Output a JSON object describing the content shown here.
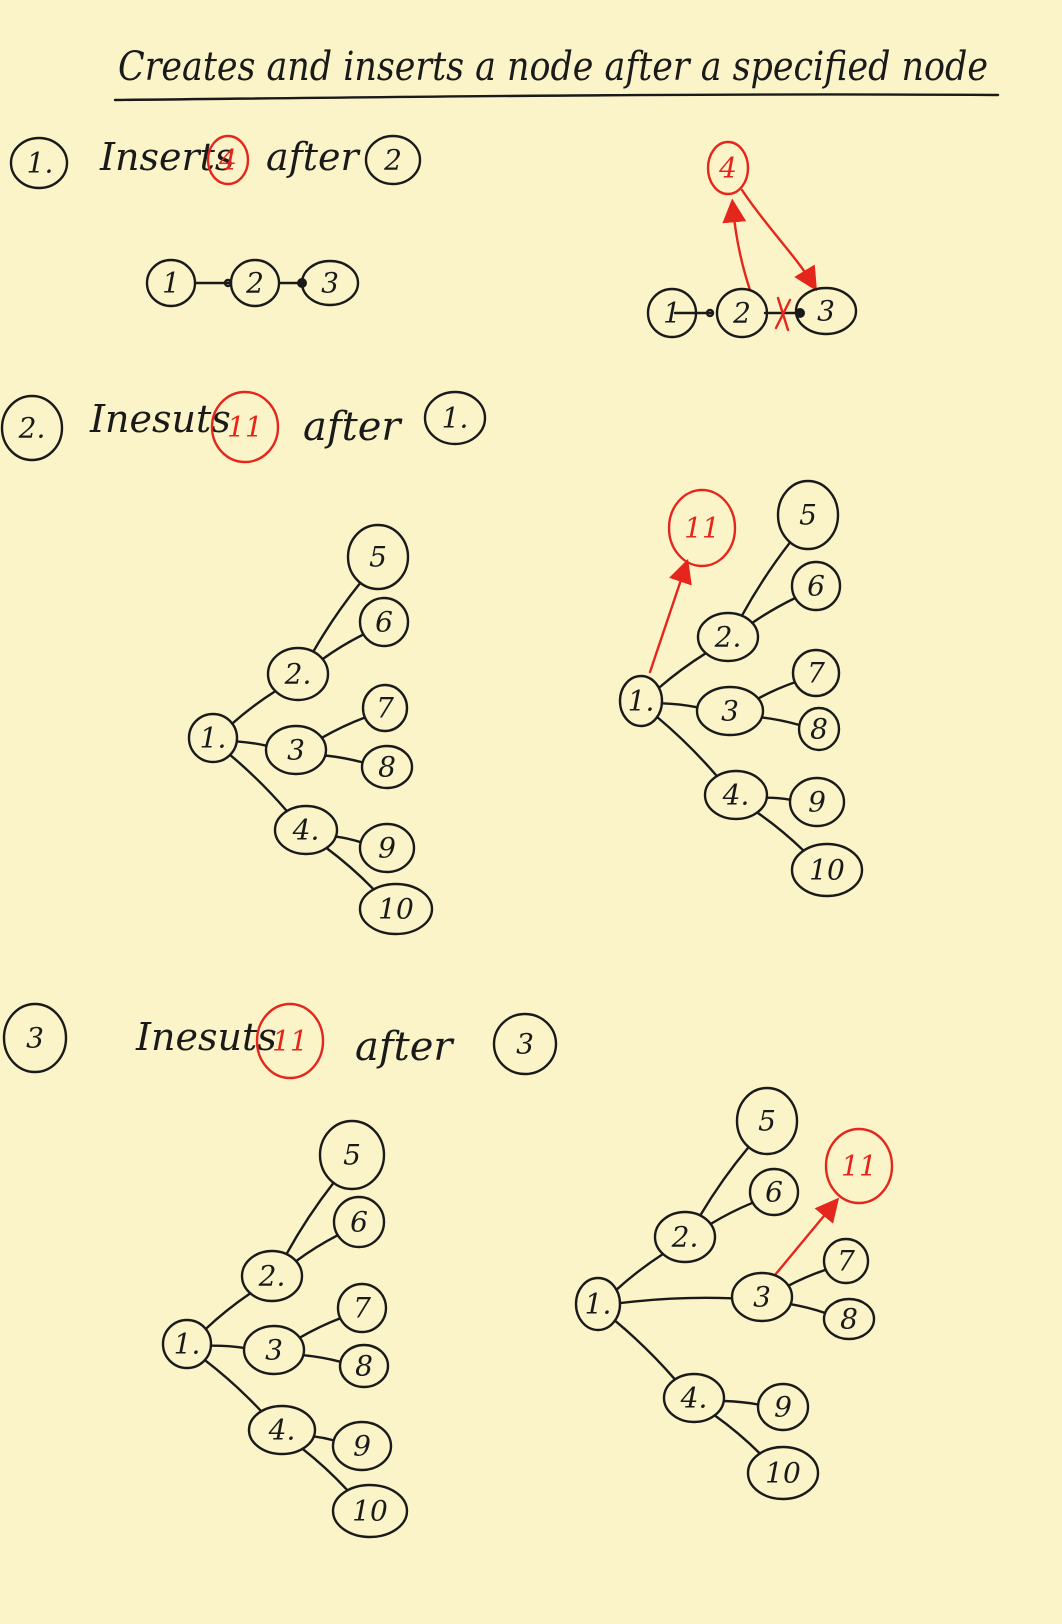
{
  "title": "Creates and inserts a node after a specified node",
  "colors": {
    "paper": "#faf4c8",
    "ink": "#1a1a1a",
    "highlight": "#e5261c"
  },
  "sections": [
    {
      "number": "1.",
      "verb": "Inserts",
      "node": "4",
      "after": "after",
      "target": "2"
    },
    {
      "number": "2.",
      "verb": "Inesuts",
      "node": "11",
      "after": "after",
      "target": "1."
    },
    {
      "number": "3",
      "verb": "Inesuts",
      "node": "11",
      "after": "after",
      "target": "3"
    }
  ],
  "diagrams": {
    "list_before": {
      "nodes": [
        "1",
        "2",
        "3"
      ]
    },
    "list_after": {
      "nodes": [
        "1",
        "2",
        "3",
        "4"
      ],
      "inserted": "4"
    },
    "tree_labels": {
      "root": "1.",
      "a": "2.",
      "b": "3",
      "c": "4.",
      "leaves": [
        "5",
        "6",
        "7",
        "8",
        "9",
        "10"
      ],
      "inserted": "11"
    }
  }
}
